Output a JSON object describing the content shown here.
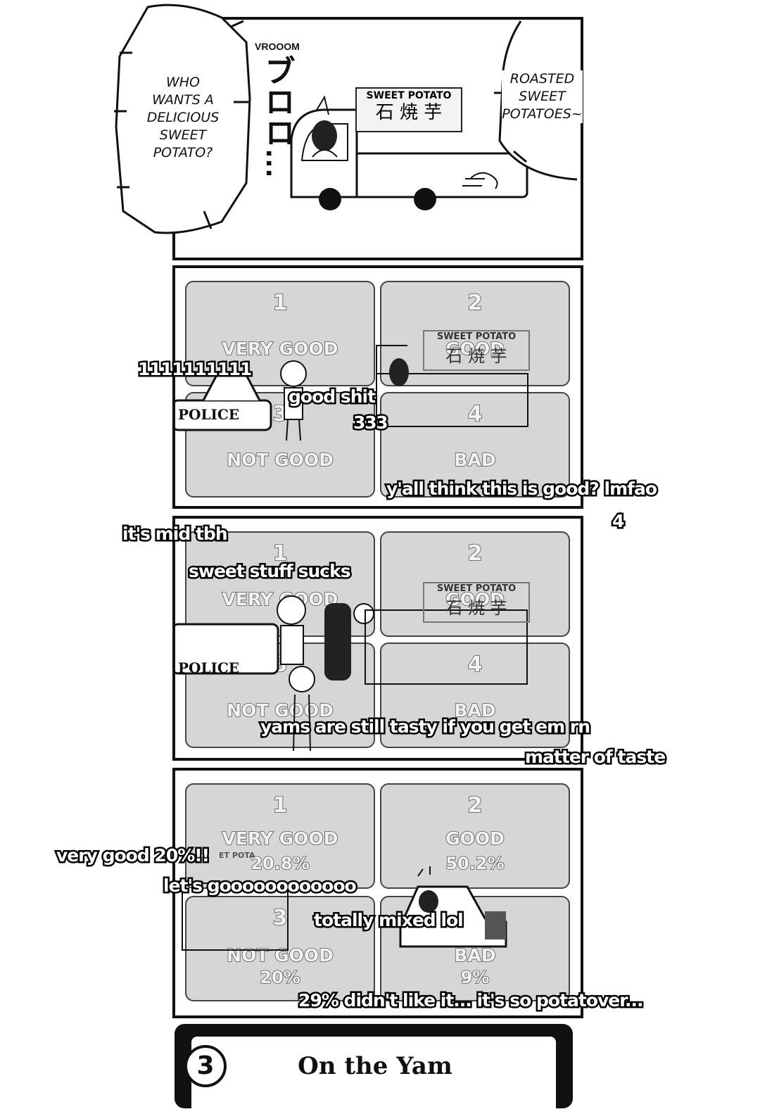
{
  "panel1": {
    "speech_left": "WHO\nWANTS A\nDELICIOUS\nSWEET\nPOTATO?",
    "speech_right": "ROASTED\nSWEET\nPOTATOES~",
    "sfx_small": "VROOOM",
    "sfx_large": "ブロロ…",
    "sign_top": "SWEET POTATO",
    "sign_kanji": [
      "石",
      "焼",
      "芋"
    ]
  },
  "panel2": {
    "quadrants": [
      {
        "num": "1",
        "label": "VERY GOOD"
      },
      {
        "num": "2",
        "label": "GOOD"
      },
      {
        "num": "3",
        "label": "NOT GOOD"
      },
      {
        "num": "4",
        "label": "BAD"
      }
    ],
    "car_text": "POLICE",
    "sign_top": "SWEET POTATO",
    "sign_kanji": [
      "石",
      "焼",
      "芋"
    ]
  },
  "panel3": {
    "quadrants": [
      {
        "num": "1",
        "label": "VERY GOOD"
      },
      {
        "num": "2",
        "label": "GOOD"
      },
      {
        "num": "3",
        "label": "NOT GOOD"
      },
      {
        "num": "4",
        "label": "BAD"
      }
    ],
    "car_text": "POLICE",
    "sign_top": "SWEET POTATO",
    "sign_kanji": [
      "石",
      "焼",
      "芋"
    ]
  },
  "panel4": {
    "quadrants": [
      {
        "num": "1",
        "label": "VERY GOOD",
        "pct": "20.8%"
      },
      {
        "num": "2",
        "label": "GOOD",
        "pct": "50.2%"
      },
      {
        "num": "3",
        "label": "NOT GOOD",
        "pct": "20%"
      },
      {
        "num": "4",
        "label": "BAD",
        "pct": "9%"
      }
    ],
    "sign_partial": "ET POTA"
  },
  "title_card": {
    "number": "3",
    "title": "On the Yam"
  },
  "comments": [
    "1 1 1 1 1 1 1 1 1 1",
    "good shit",
    "3 3 3",
    "y'all think this is good? lmfao",
    "4",
    "it's mid tbh",
    "sweet stuff sucks",
    "yams are still tasty if you get em rn",
    "matter of taste",
    "very good 20%!!",
    "let's goooooooooooo",
    "totally mixed lol",
    "29% didn't like it... it's so potatover..."
  ]
}
